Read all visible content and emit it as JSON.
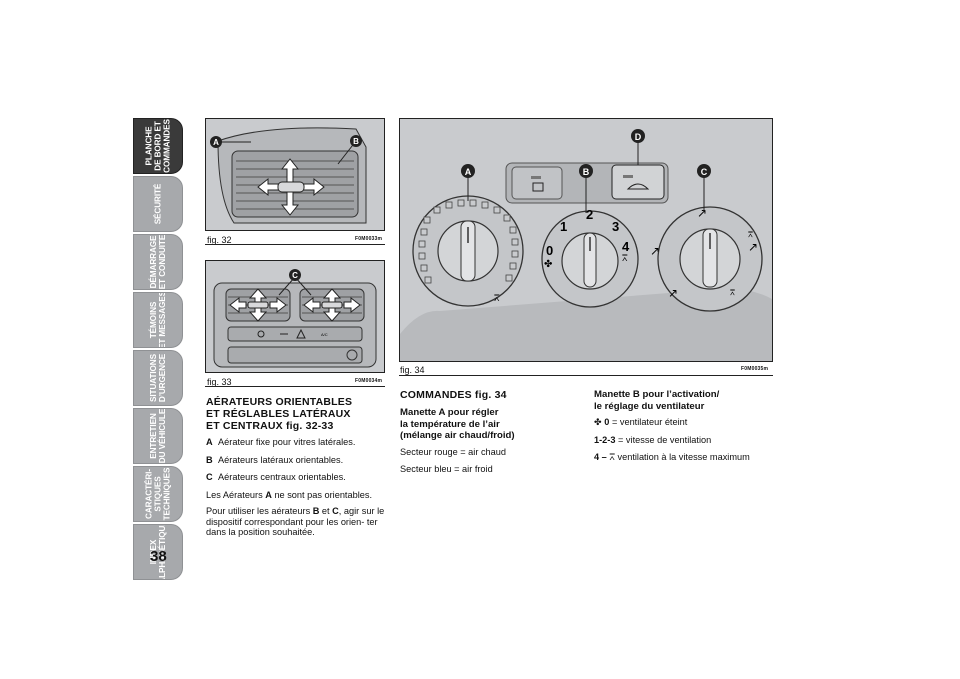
{
  "side_tabs": [
    {
      "label": "PLANCHE\nDE BORD ET\nCOMMANDES",
      "active": true
    },
    {
      "label": "SÉCURITÉ",
      "active": false
    },
    {
      "label": "DÉMARRAGE\nET CONDUITE",
      "active": false
    },
    {
      "label": "TÉMOINS\nET MESSAGES",
      "active": false
    },
    {
      "label": "SITUATIONS\nD’URGENCE",
      "active": false
    },
    {
      "label": "ENTRETIEN\nDU VÉHICULE",
      "active": false
    },
    {
      "label": "CARACTÉRI-\nSTIQUES\nTECHNIQUES",
      "active": false
    },
    {
      "label": "INDEX\nALPHABÉTIQUE",
      "active": false
    }
  ],
  "page_number": "38",
  "figures": {
    "fig32": {
      "caption": "fig. 32",
      "code": "F0M0033m",
      "markers": [
        "A",
        "B"
      ]
    },
    "fig33": {
      "caption": "fig. 33",
      "code": "F0M0034m",
      "markers": [
        "C"
      ]
    },
    "fig34": {
      "caption": "fig. 34",
      "code": "F0M0035m",
      "markers": [
        "A",
        "B",
        "C",
        "D"
      ],
      "speeds": [
        "0",
        "1",
        "2",
        "3",
        "4"
      ]
    }
  },
  "left_column": {
    "heading_1": "AÉRATEURS ORIENTABLES",
    "heading_2": "ET RÉGLABLES LATÉRAUX",
    "heading_3": "ET CENTRAUX fig. 32-33",
    "items": [
      {
        "letter": "A",
        "text": "Aérateur fixe pour vitres latérales."
      },
      {
        "letter": "B",
        "text": "Aérateurs latéraux orientables."
      },
      {
        "letter": "C",
        "text": "Aérateurs centraux orientables."
      }
    ],
    "note_1_a": "Les Aérateurs ",
    "note_1_letter": "A",
    "note_1_b": " ne sont pas orientables.",
    "note_2_a": "Pour utiliser les aérateurs ",
    "note_2_b1": "B",
    "note_2_mid": " et ",
    "note_2_c1": "C",
    "note_2_rest": ", agir sur le dispositif correspondant pour les orien- ter dans la position souhaitée."
  },
  "middle_column": {
    "heading": "COMMANDES fig. 34",
    "sub_1": "Manette A pour régler",
    "sub_2": "la température de l’air",
    "sub_3": "(mélange air chaud/froid)",
    "line_1": "Secteur rouge = air chaud",
    "line_2": "Secteur bleu = air froid"
  },
  "right_column": {
    "sub_1": "Manette B pour l’activation/",
    "sub_2": "le réglage du ventilateur",
    "rows": [
      {
        "key": "0",
        "text": "= ventilateur éteint",
        "icon": "fan-icon"
      },
      {
        "key": "1-2-3",
        "text": "= vitesse de ventilation",
        "icon": ""
      },
      {
        "key": "4 –",
        "text": "ventilation à la vitesse maximum",
        "icon": "defrost-icon"
      }
    ]
  },
  "colors": {
    "tab_gray": "#a7a9ac",
    "tab_active": "#3a3a3a",
    "figure_bg": "#c9cbce",
    "marker": "#222222"
  }
}
